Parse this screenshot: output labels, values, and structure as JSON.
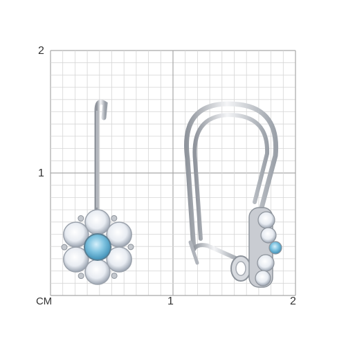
{
  "ruler": {
    "unit_label": "СМ",
    "y_top_label": "2",
    "y_mid_label": "1",
    "x_mid_label": "1",
    "x_end_label": "2"
  },
  "colors": {
    "grid_minor": "#d6d6d6",
    "grid_major": "#a8a8a8",
    "metal": "#c9ccd2",
    "center_stone": "#7fc3e0",
    "petal_stone": "#eef1f6"
  },
  "product": {
    "type": "earrings",
    "views": [
      "front",
      "side"
    ],
    "center_stone": "blue-topaz",
    "petal_stones": "clear"
  }
}
